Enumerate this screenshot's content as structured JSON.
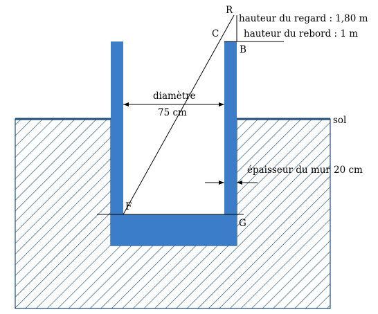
{
  "labels": {
    "hauteur_regard": "hauteur du regard : 1,80 m",
    "hauteur_rebord": "hauteur du rebord : 1 m",
    "diametre_word": "diamètre",
    "diametre_value": "75 cm",
    "sol": "sol",
    "epaisseur_word": "épaisseur du mur",
    "epaisseur_value": "20 cm"
  },
  "points": {
    "R": "R",
    "C": "C",
    "B": "B",
    "F": "F",
    "G": "G"
  },
  "colors": {
    "wall": "#3b7dc8",
    "ground_line": "#1f4e79",
    "hatch": "#1f4e79",
    "lines": "#000000"
  }
}
